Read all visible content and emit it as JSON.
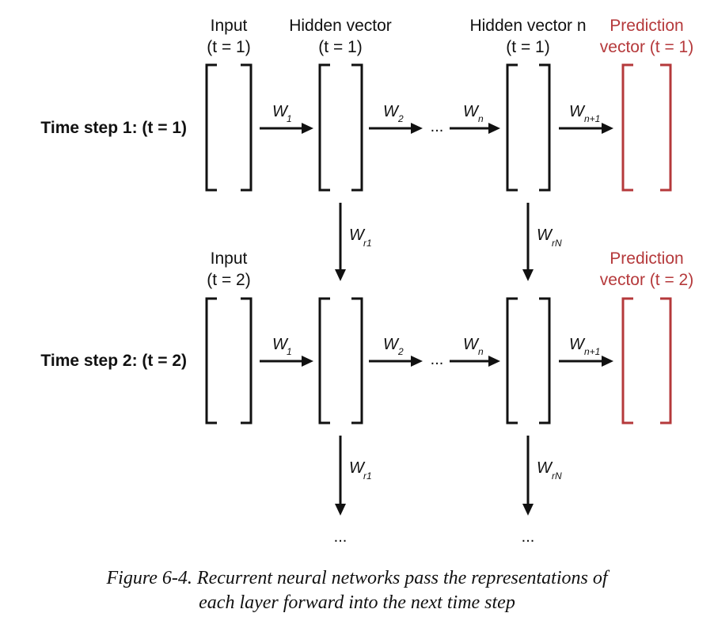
{
  "column_labels": {
    "input_t1": [
      "Input",
      "(t = 1)"
    ],
    "hidden1_t1": [
      "Hidden vector",
      "(t = 1)"
    ],
    "hiddenn_t1": [
      "Hidden vector n",
      "(t = 1)"
    ],
    "pred_t1": [
      "Prediction",
      "vector (t = 1)"
    ],
    "input_t2": [
      "Input",
      "(t = 2)"
    ],
    "pred_t2": [
      "Prediction",
      "vector (t = 2)"
    ]
  },
  "rows": [
    {
      "label": "Time step 1: (t = 1)"
    },
    {
      "label": "Time step 2: (t = 2)"
    }
  ],
  "weights": {
    "W": "W",
    "sub_1": "1",
    "sub_2": "2",
    "sub_n": "n",
    "sub_n1": "n+1",
    "sub_r1": "r1",
    "sub_rN": "rN"
  },
  "ellipsis": "...",
  "colors": {
    "black": "#111111",
    "prediction_red": "#b5393b"
  },
  "caption": {
    "line1": "Figure 6-4. Recurrent neural networks pass the representations of",
    "line2": "each layer forward into the next time step"
  }
}
